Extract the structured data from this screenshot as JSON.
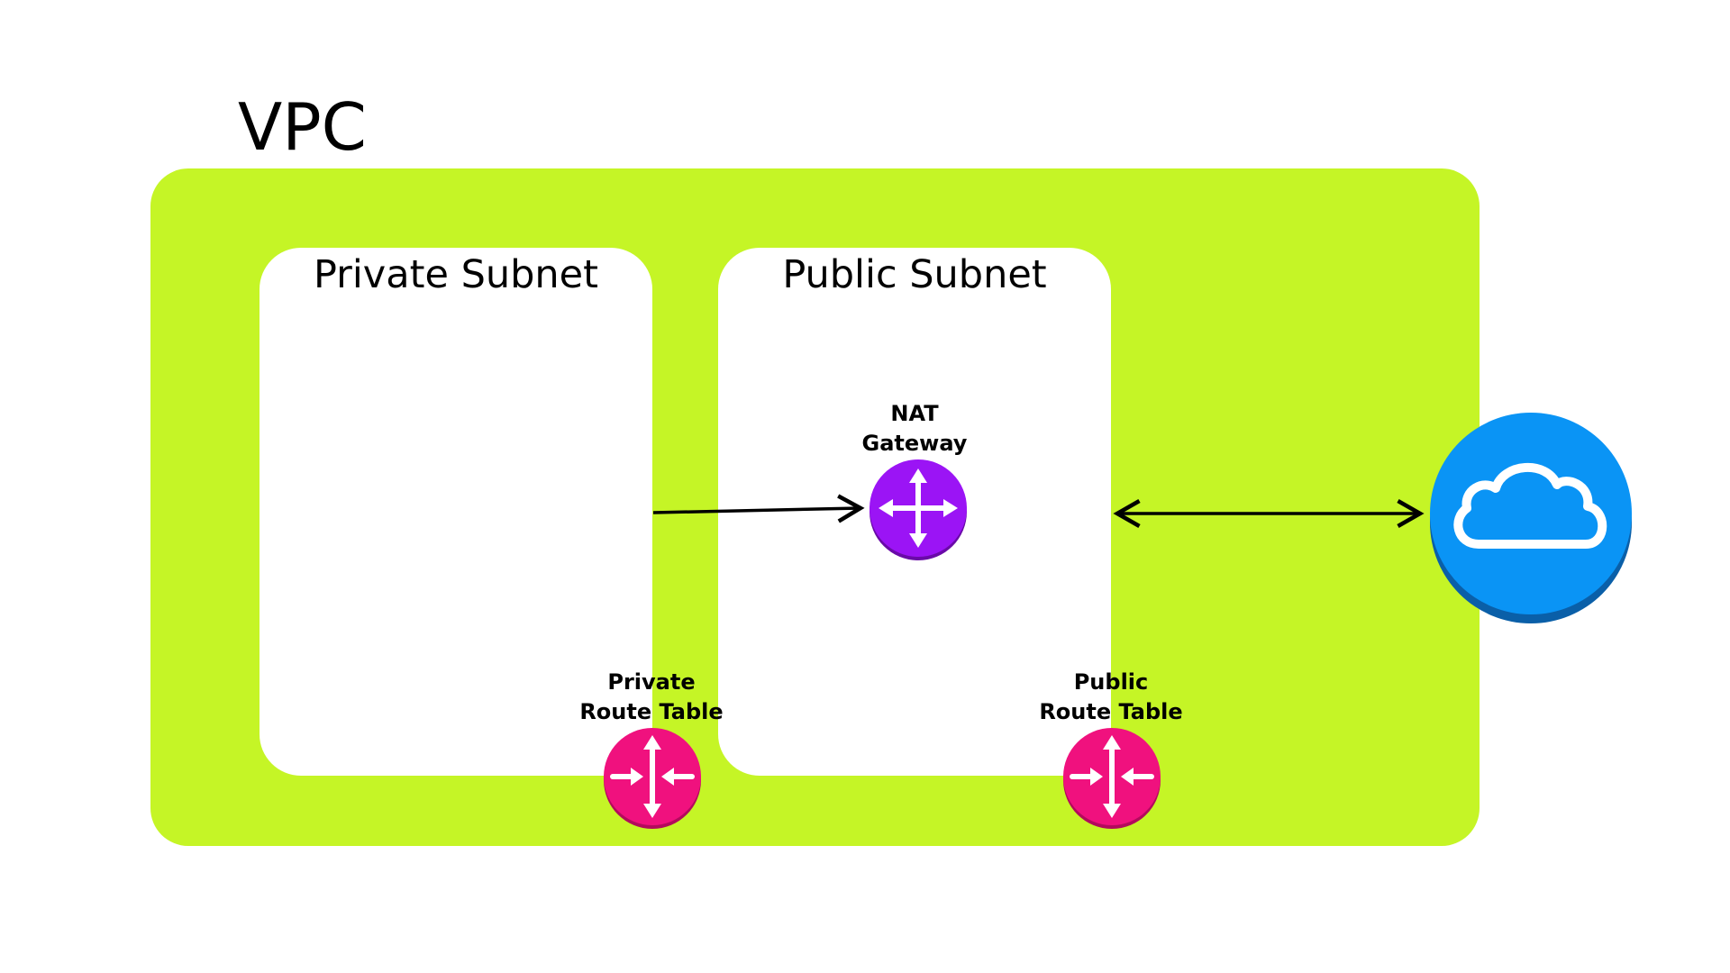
{
  "vpc": {
    "title": "VPC",
    "color": "#c5f526"
  },
  "subnets": {
    "private": {
      "label": "Private Subnet"
    },
    "public": {
      "label": "Public Subnet"
    }
  },
  "nodes": {
    "nat_gateway": {
      "line1": "NAT",
      "line2": "Gateway",
      "icon": "router-icon",
      "color": "#9b14f5"
    },
    "private_route_table": {
      "line1": "Private",
      "line2": "Route Table",
      "icon": "route-table-icon",
      "color": "#f0117e"
    },
    "public_route_table": {
      "line1": "Public",
      "line2": "Route Table",
      "icon": "route-table-icon",
      "color": "#f0117e"
    },
    "internet": {
      "icon": "cloud-icon",
      "color": "#0a94f5"
    }
  }
}
